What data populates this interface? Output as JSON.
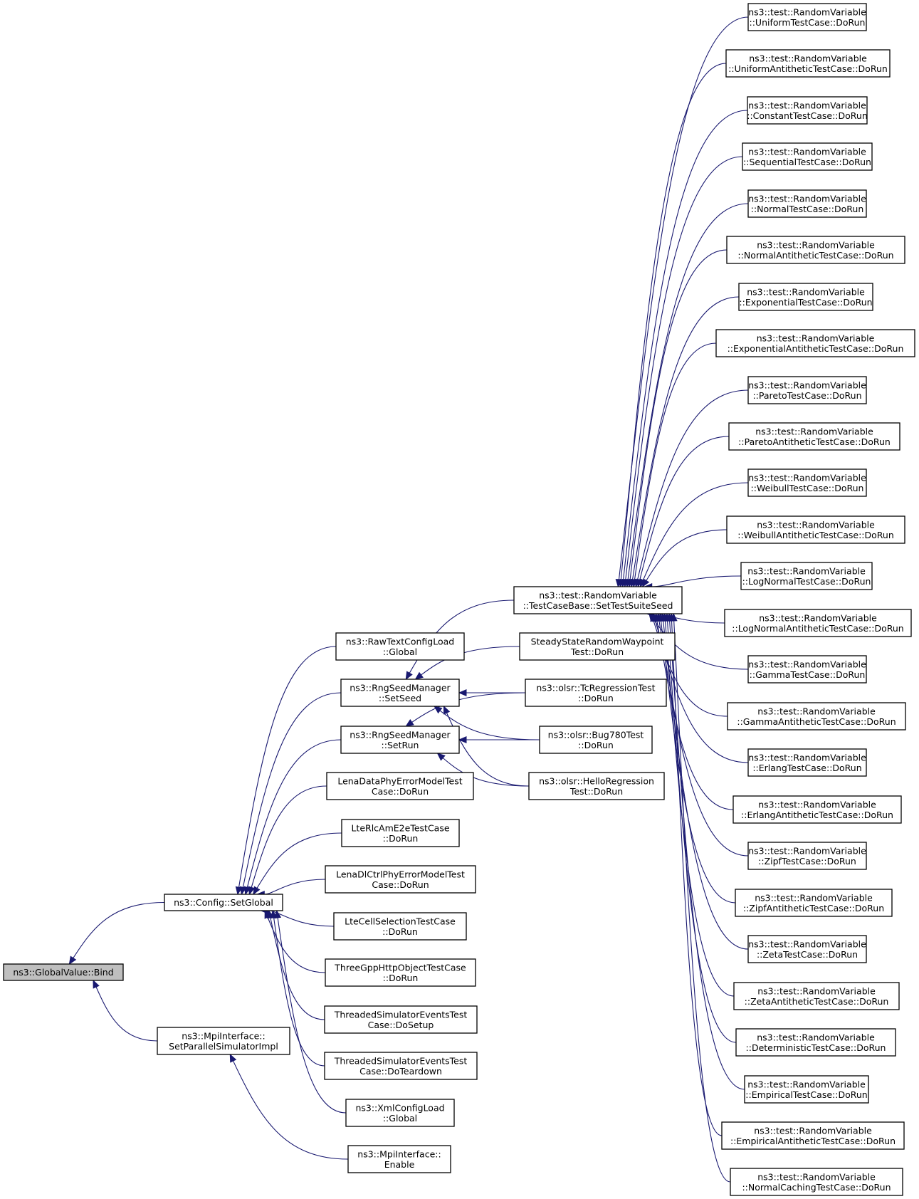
{
  "diagram": {
    "nodes": [
      {
        "id": "bind",
        "lines": [
          "ns3::GlobalValue::Bind"
        ],
        "highlight": true
      },
      {
        "id": "setglobal",
        "lines": [
          "ns3::Config::SetGlobal"
        ]
      },
      {
        "id": "mpiset",
        "lines": [
          "ns3::MpiInterface::",
          "SetParallelSimulatorImpl"
        ]
      },
      {
        "id": "rawtext",
        "lines": [
          "ns3::RawTextConfigLoad",
          "::Global"
        ]
      },
      {
        "id": "setseed",
        "lines": [
          "ns3::RngSeedManager",
          "::SetSeed"
        ]
      },
      {
        "id": "setrun",
        "lines": [
          "ns3::RngSeedManager",
          "::SetRun"
        ]
      },
      {
        "id": "lenadata",
        "lines": [
          "LenaDataPhyErrorModelTest",
          "Case::DoRun"
        ]
      },
      {
        "id": "lterlc",
        "lines": [
          "LteRlcAmE2eTestCase",
          "::DoRun"
        ]
      },
      {
        "id": "lenadl",
        "lines": [
          "LenaDlCtrlPhyErrorModelTest",
          "Case::DoRun"
        ]
      },
      {
        "id": "ltecell",
        "lines": [
          "LteCellSelectionTestCase",
          "::DoRun"
        ]
      },
      {
        "id": "threegpp",
        "lines": [
          "ThreeGppHttpObjectTestCase",
          "::DoRun"
        ]
      },
      {
        "id": "thrsetup",
        "lines": [
          "ThreadedSimulatorEventsTest",
          "Case::DoSetup"
        ]
      },
      {
        "id": "thrteardown",
        "lines": [
          "ThreadedSimulatorEventsTest",
          "Case::DoTeardown"
        ]
      },
      {
        "id": "xmlconfig",
        "lines": [
          "ns3::XmlConfigLoad",
          "::Global"
        ]
      },
      {
        "id": "mpienable",
        "lines": [
          "ns3::MpiInterface::",
          "Enable"
        ]
      },
      {
        "id": "settestsuite",
        "lines": [
          "ns3::test::RandomVariable",
          "::TestCaseBase::SetTestSuiteSeed"
        ]
      },
      {
        "id": "steadystate",
        "lines": [
          "SteadyStateRandomWaypoint",
          "Test::DoRun"
        ]
      },
      {
        "id": "tcregression",
        "lines": [
          "ns3::olsr::TcRegressionTest",
          "::DoRun"
        ]
      },
      {
        "id": "bug780",
        "lines": [
          "ns3::olsr::Bug780Test",
          "::DoRun"
        ]
      },
      {
        "id": "helloregression",
        "lines": [
          "ns3::olsr::HelloRegression",
          "Test::DoRun"
        ]
      },
      {
        "id": "rv_uniform",
        "lines": [
          "ns3::test::RandomVariable",
          "::UniformTestCase::DoRun"
        ]
      },
      {
        "id": "rv_uniform_anti",
        "lines": [
          "ns3::test::RandomVariable",
          "::UniformAntitheticTestCase::DoRun"
        ]
      },
      {
        "id": "rv_constant",
        "lines": [
          "ns3::test::RandomVariable",
          "::ConstantTestCase::DoRun"
        ]
      },
      {
        "id": "rv_sequential",
        "lines": [
          "ns3::test::RandomVariable",
          "::SequentialTestCase::DoRun"
        ]
      },
      {
        "id": "rv_normal",
        "lines": [
          "ns3::test::RandomVariable",
          "::NormalTestCase::DoRun"
        ]
      },
      {
        "id": "rv_normal_anti",
        "lines": [
          "ns3::test::RandomVariable",
          "::NormalAntitheticTestCase::DoRun"
        ]
      },
      {
        "id": "rv_exp",
        "lines": [
          "ns3::test::RandomVariable",
          "::ExponentialTestCase::DoRun"
        ]
      },
      {
        "id": "rv_exp_anti",
        "lines": [
          "ns3::test::RandomVariable",
          "::ExponentialAntitheticTestCase::DoRun"
        ]
      },
      {
        "id": "rv_pareto",
        "lines": [
          "ns3::test::RandomVariable",
          "::ParetoTestCase::DoRun"
        ]
      },
      {
        "id": "rv_pareto_anti",
        "lines": [
          "ns3::test::RandomVariable",
          "::ParetoAntitheticTestCase::DoRun"
        ]
      },
      {
        "id": "rv_weibull",
        "lines": [
          "ns3::test::RandomVariable",
          "::WeibullTestCase::DoRun"
        ]
      },
      {
        "id": "rv_weibull_anti",
        "lines": [
          "ns3::test::RandomVariable",
          "::WeibullAntitheticTestCase::DoRun"
        ]
      },
      {
        "id": "rv_lognormal",
        "lines": [
          "ns3::test::RandomVariable",
          "::LogNormalTestCase::DoRun"
        ]
      },
      {
        "id": "rv_lognormal_anti",
        "lines": [
          "ns3::test::RandomVariable",
          "::LogNormalAntitheticTestCase::DoRun"
        ]
      },
      {
        "id": "rv_gamma",
        "lines": [
          "ns3::test::RandomVariable",
          "::GammaTestCase::DoRun"
        ]
      },
      {
        "id": "rv_gamma_anti",
        "lines": [
          "ns3::test::RandomVariable",
          "::GammaAntitheticTestCase::DoRun"
        ]
      },
      {
        "id": "rv_erlang",
        "lines": [
          "ns3::test::RandomVariable",
          "::ErlangTestCase::DoRun"
        ]
      },
      {
        "id": "rv_erlang_anti",
        "lines": [
          "ns3::test::RandomVariable",
          "::ErlangAntitheticTestCase::DoRun"
        ]
      },
      {
        "id": "rv_zipf",
        "lines": [
          "ns3::test::RandomVariable",
          "::ZipfTestCase::DoRun"
        ]
      },
      {
        "id": "rv_zipf_anti",
        "lines": [
          "ns3::test::RandomVariable",
          "::ZipfAntitheticTestCase::DoRun"
        ]
      },
      {
        "id": "rv_zeta",
        "lines": [
          "ns3::test::RandomVariable",
          "::ZetaTestCase::DoRun"
        ]
      },
      {
        "id": "rv_zeta_anti",
        "lines": [
          "ns3::test::RandomVariable",
          "::ZetaAntitheticTestCase::DoRun"
        ]
      },
      {
        "id": "rv_deterministic",
        "lines": [
          "ns3::test::RandomVariable",
          "::DeterministicTestCase::DoRun"
        ]
      },
      {
        "id": "rv_empirical",
        "lines": [
          "ns3::test::RandomVariable",
          "::EmpiricalTestCase::DoRun"
        ]
      },
      {
        "id": "rv_empirical_anti",
        "lines": [
          "ns3::test::RandomVariable",
          "::EmpiricalAntitheticTestCase::DoRun"
        ]
      },
      {
        "id": "rv_normal_caching",
        "lines": [
          "ns3::test::RandomVariable",
          "::NormalCachingTestCase::DoRun"
        ]
      }
    ],
    "edges": [
      {
        "from": "setglobal",
        "to": "bind"
      },
      {
        "from": "mpiset",
        "to": "bind"
      },
      {
        "from": "rawtext",
        "to": "setglobal"
      },
      {
        "from": "setseed",
        "to": "setglobal"
      },
      {
        "from": "setrun",
        "to": "setglobal"
      },
      {
        "from": "lenadata",
        "to": "setglobal"
      },
      {
        "from": "lterlc",
        "to": "setglobal"
      },
      {
        "from": "lenadl",
        "to": "setglobal"
      },
      {
        "from": "ltecell",
        "to": "setglobal"
      },
      {
        "from": "threegpp",
        "to": "setglobal"
      },
      {
        "from": "thrsetup",
        "to": "setglobal"
      },
      {
        "from": "thrteardown",
        "to": "setglobal"
      },
      {
        "from": "xmlconfig",
        "to": "setglobal"
      },
      {
        "from": "mpienable",
        "to": "mpiset"
      },
      {
        "from": "settestsuite",
        "to": "setseed"
      },
      {
        "from": "steadystate",
        "to": "setseed"
      },
      {
        "from": "tcregression",
        "to": "setseed"
      },
      {
        "from": "bug780",
        "to": "setseed"
      },
      {
        "from": "helloregression",
        "to": "setseed"
      },
      {
        "from": "tcregression",
        "to": "setrun"
      },
      {
        "from": "bug780",
        "to": "setrun"
      },
      {
        "from": "helloregression",
        "to": "setrun"
      },
      {
        "from": "rv_uniform",
        "to": "settestsuite"
      },
      {
        "from": "rv_uniform_anti",
        "to": "settestsuite"
      },
      {
        "from": "rv_constant",
        "to": "settestsuite"
      },
      {
        "from": "rv_sequential",
        "to": "settestsuite"
      },
      {
        "from": "rv_normal",
        "to": "settestsuite"
      },
      {
        "from": "rv_normal_anti",
        "to": "settestsuite"
      },
      {
        "from": "rv_exp",
        "to": "settestsuite"
      },
      {
        "from": "rv_exp_anti",
        "to": "settestsuite"
      },
      {
        "from": "rv_pareto",
        "to": "settestsuite"
      },
      {
        "from": "rv_pareto_anti",
        "to": "settestsuite"
      },
      {
        "from": "rv_weibull",
        "to": "settestsuite"
      },
      {
        "from": "rv_weibull_anti",
        "to": "settestsuite"
      },
      {
        "from": "rv_lognormal",
        "to": "settestsuite"
      },
      {
        "from": "rv_lognormal_anti",
        "to": "settestsuite"
      },
      {
        "from": "rv_gamma",
        "to": "settestsuite"
      },
      {
        "from": "rv_gamma_anti",
        "to": "settestsuite"
      },
      {
        "from": "rv_erlang",
        "to": "settestsuite"
      },
      {
        "from": "rv_erlang_anti",
        "to": "settestsuite"
      },
      {
        "from": "rv_zipf",
        "to": "settestsuite"
      },
      {
        "from": "rv_zipf_anti",
        "to": "settestsuite"
      },
      {
        "from": "rv_zeta",
        "to": "settestsuite"
      },
      {
        "from": "rv_zeta_anti",
        "to": "settestsuite"
      },
      {
        "from": "rv_deterministic",
        "to": "settestsuite"
      },
      {
        "from": "rv_empirical",
        "to": "settestsuite"
      },
      {
        "from": "rv_empirical_anti",
        "to": "settestsuite"
      },
      {
        "from": "rv_normal_caching",
        "to": "settestsuite"
      }
    ]
  },
  "colors": {
    "edge": "#191970",
    "node_border": "#000000",
    "node_fill": "#ffffff",
    "highlight_fill": "#bfbfbf"
  }
}
